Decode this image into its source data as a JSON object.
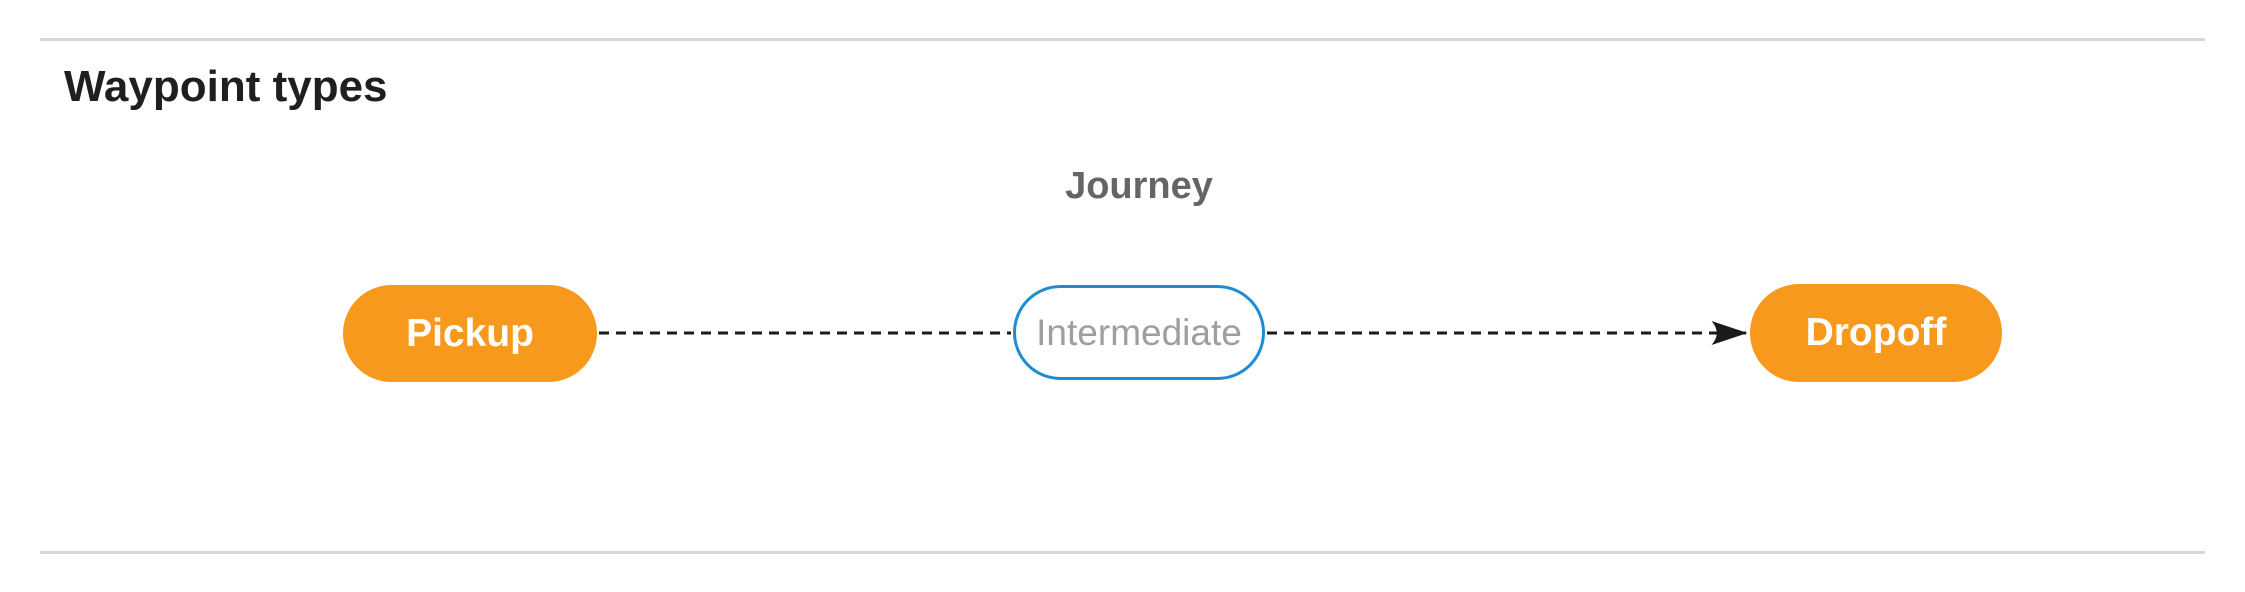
{
  "page": {
    "title": "Waypoint types"
  },
  "diagram": {
    "label": "Journey",
    "nodes": [
      {
        "id": "pickup",
        "label": "Pickup",
        "type": "terminal"
      },
      {
        "id": "intermediate",
        "label": "Intermediate",
        "type": "intermediate"
      },
      {
        "id": "dropoff",
        "label": "Dropoff",
        "type": "terminal"
      }
    ],
    "edges": [
      {
        "from": "pickup",
        "to": "intermediate",
        "style": "dashed",
        "arrow": false
      },
      {
        "from": "intermediate",
        "to": "dropoff",
        "style": "dashed",
        "arrow": true
      }
    ],
    "colors": {
      "terminal_fill": "#f6991d",
      "terminal_text": "#ffffff",
      "intermediate_border": "#1e8bd6",
      "intermediate_text": "#9e9e9e",
      "edge": "#1a1a1a",
      "journey_label": "#656565",
      "heading": "#1f1f1f",
      "divider": "#d6d6d6"
    }
  }
}
